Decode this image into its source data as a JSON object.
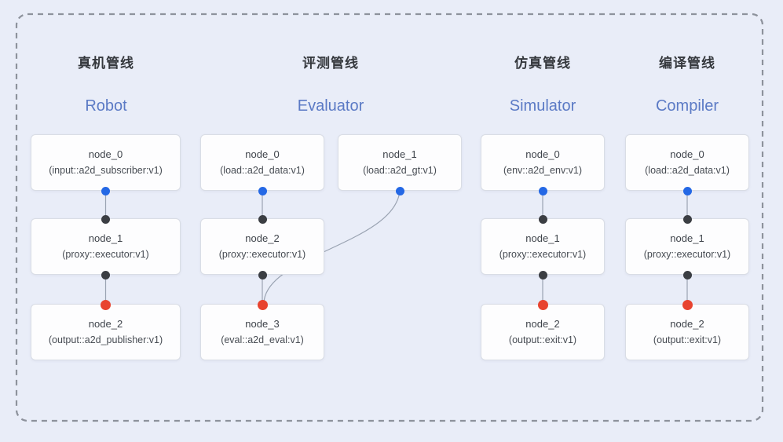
{
  "diagram": {
    "colors": {
      "background": "#e9edf8",
      "dashed_border": "#8d929c",
      "box_border": "#d9dde5",
      "accent_blue_title": "#5b7ac5",
      "dot_blue": "#2468e5",
      "dot_black": "#3b3e43",
      "dot_red": "#e8432f",
      "edge_line": "#9aa3b2"
    },
    "pipelines": [
      {
        "title_cn": "真机管线",
        "title_en": "Robot",
        "nodes": [
          {
            "name": "node_0",
            "detail": "(input::a2d_subscriber:v1)"
          },
          {
            "name": "node_1",
            "detail": "(proxy::executor:v1)"
          },
          {
            "name": "node_2",
            "detail": "(output::a2d_publisher:v1)"
          }
        ]
      },
      {
        "title_cn": "评测管线",
        "title_en": "Evaluator",
        "nodes": [
          {
            "name": "node_0",
            "detail": "(load::a2d_data:v1)"
          },
          {
            "name": "node_1",
            "detail": "(load::a2d_gt:v1)"
          },
          {
            "name": "node_2",
            "detail": "(proxy::executor:v1)"
          },
          {
            "name": "node_3",
            "detail": "(eval::a2d_eval:v1)"
          }
        ]
      },
      {
        "title_cn": "仿真管线",
        "title_en": "Simulator",
        "nodes": [
          {
            "name": "node_0",
            "detail": "(env::a2d_env:v1)"
          },
          {
            "name": "node_1",
            "detail": "(proxy::executor:v1)"
          },
          {
            "name": "node_2",
            "detail": "(output::exit:v1)"
          }
        ]
      },
      {
        "title_cn": "编译管线",
        "title_en": "Compiler",
        "nodes": [
          {
            "name": "node_0",
            "detail": "(load::a2d_data:v1)"
          },
          {
            "name": "node_1",
            "detail": "(proxy::executor:v1)"
          },
          {
            "name": "node_2",
            "detail": "(output::exit:v1)"
          }
        ]
      }
    ]
  }
}
